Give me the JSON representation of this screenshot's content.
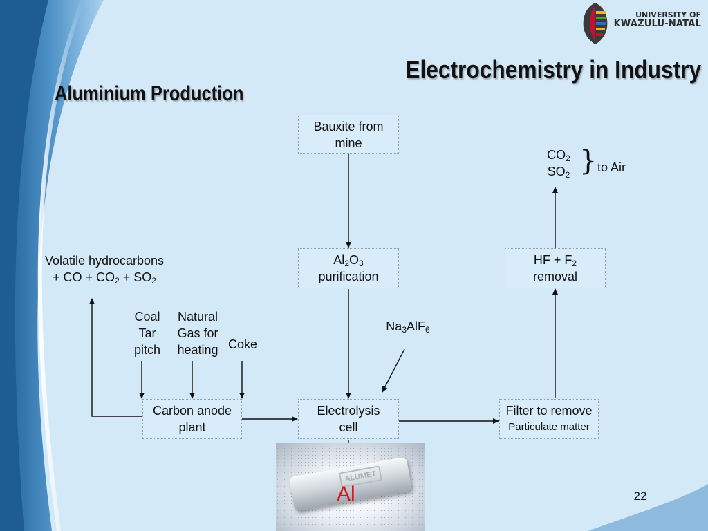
{
  "logo": {
    "line1": "UNIVERSITY OF",
    "line2": "KWAZULU-NATAL"
  },
  "title": "Electrochemistry in Industry",
  "subtitle": "Aluminium Production",
  "nodes": {
    "bauxite": {
      "line1": "Bauxite from",
      "line2": "mine"
    },
    "purification": {
      "formula_parts": [
        "Al",
        "2",
        "O",
        "3"
      ],
      "line2": "purification"
    },
    "electrolysis": {
      "line1": "Electrolysis",
      "line2": "cell"
    },
    "carbon_anode": {
      "line1": "Carbon anode",
      "line2": "plant"
    },
    "filter": {
      "line1": "Filter to remove",
      "line2": "Particulate matter"
    },
    "hf_removal": {
      "formula_parts": [
        "HF + F",
        "2"
      ],
      "line2": "removal"
    }
  },
  "labels": {
    "volatile_line1": "Volatile hydrocarbons",
    "volatile_line2_parts": [
      "+ CO + CO",
      "2",
      " + SO",
      "2"
    ],
    "coal": [
      "Coal",
      "Tar",
      "pitch"
    ],
    "gas": [
      "Natural",
      "Gas for",
      "heating"
    ],
    "coke": "Coke",
    "cryolite_parts": [
      "Na",
      "3",
      "AlF",
      "6"
    ],
    "co2_parts": [
      "CO",
      "2"
    ],
    "so2_parts": [
      "SO",
      "2"
    ],
    "brace": "}",
    "to_air": "to Air",
    "product": "Al",
    "ingot_stamp": "ALUMET",
    "page_number": "22"
  },
  "colors": {
    "background": "#d4e9f7",
    "swoosh_dark": "#2a6fa8",
    "product_red": "#e0101a",
    "logo_red": "#c8102e"
  }
}
